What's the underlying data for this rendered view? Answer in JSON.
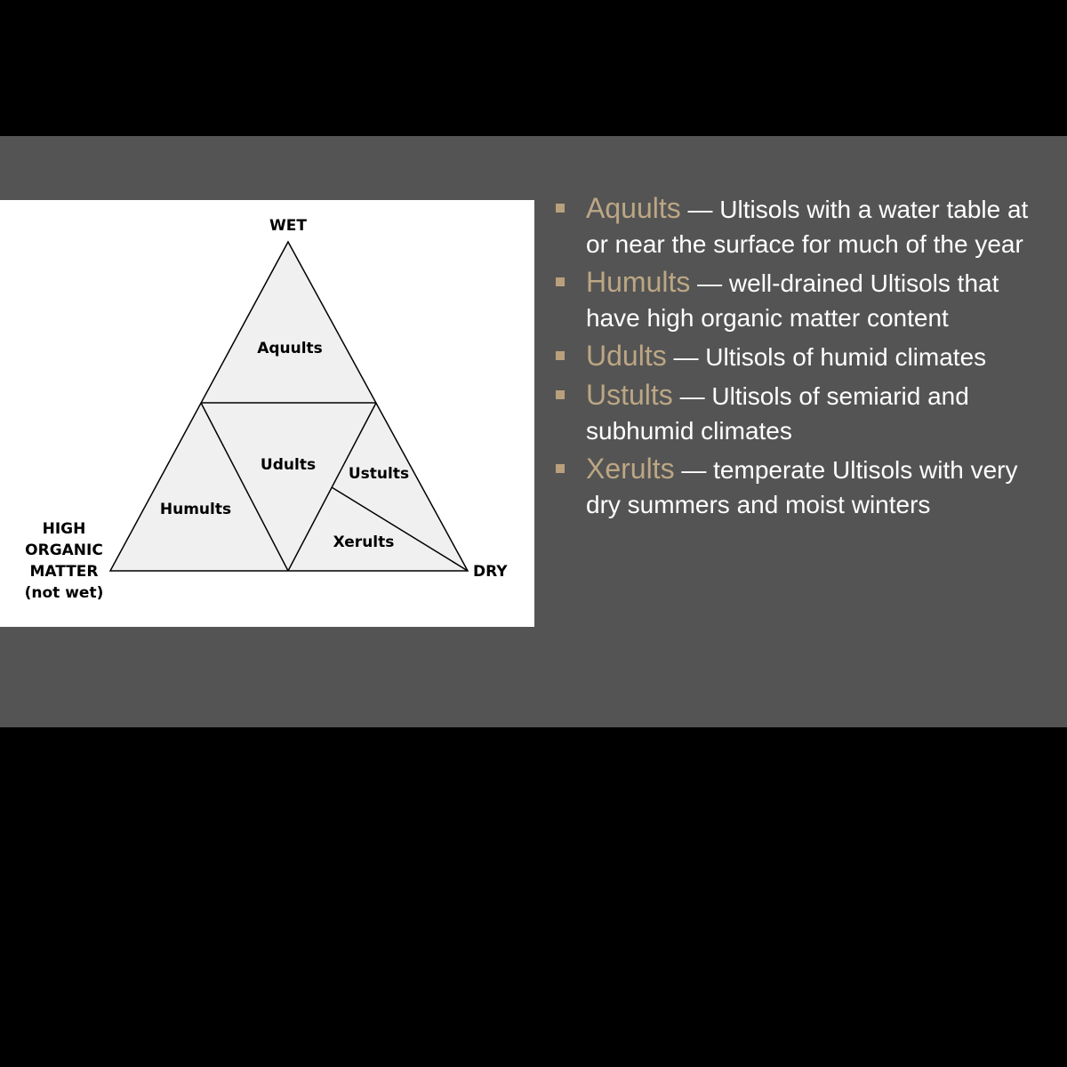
{
  "diagram": {
    "vertices": {
      "top": "WET",
      "right": "DRY",
      "left_lines": [
        "HIGH",
        "ORGANIC",
        "MATTER",
        "(not wet)"
      ]
    },
    "regions": [
      "Aquults",
      "Udults",
      "Ustults",
      "Humults",
      "Xerults"
    ],
    "fill_color": "#f0f0f0",
    "line_color": "#000000"
  },
  "bullets": [
    {
      "term": "Aquults",
      "text": " — Ultisols with a water table at or near the surface for much of the year"
    },
    {
      "term": "Humults",
      "text": " — well-drained Ultisols that have high organic matter content"
    },
    {
      "term": "Udults",
      "text": " — Ultisols of humid climates"
    },
    {
      "term": "Ustults",
      "text": " — Ultisols of semiarid and subhumid climates"
    },
    {
      "term": "Xerults",
      "text": " — temperate Ultisols with very dry summers and moist winters"
    }
  ],
  "colors": {
    "background": "#000000",
    "slide": "#545454",
    "accent": "#bca684",
    "text": "#ffffff"
  }
}
